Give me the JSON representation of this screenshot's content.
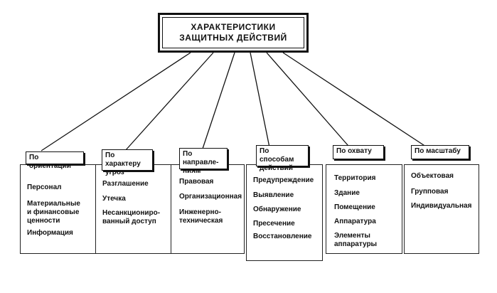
{
  "title": {
    "line1": "ХАРАКТЕРИСТИКИ",
    "line2": "ЗАЩИТНЫХ ДЕЙСТВИЙ"
  },
  "categories": [
    {
      "header": "По ориентации",
      "items": [
        "Персонал",
        "Материальные\nи финансовые\nценности",
        "Информация"
      ]
    },
    {
      "header": "По характеру\nугроз",
      "items": [
        "Разглашение",
        "Утечка",
        "Несанкциониро-\nванный доступ"
      ]
    },
    {
      "header": "По направле-\nниям",
      "items": [
        "Правовая",
        "Организационная",
        "Инженерно-\nтехническая"
      ]
    },
    {
      "header": "По способам\nдействий",
      "items": [
        "Предупреждение",
        "Выявление",
        "Обнаружение",
        "Пресечение",
        "Восстановление"
      ]
    },
    {
      "header": "По охвату",
      "items": [
        "Территория",
        "Здание",
        "Помещение",
        "Аппаратура",
        "Элементы\nаппаратуры"
      ]
    },
    {
      "header": "По масштабу",
      "items": [
        "Объектовая",
        "Групповая",
        "Индивидуальная"
      ]
    }
  ]
}
